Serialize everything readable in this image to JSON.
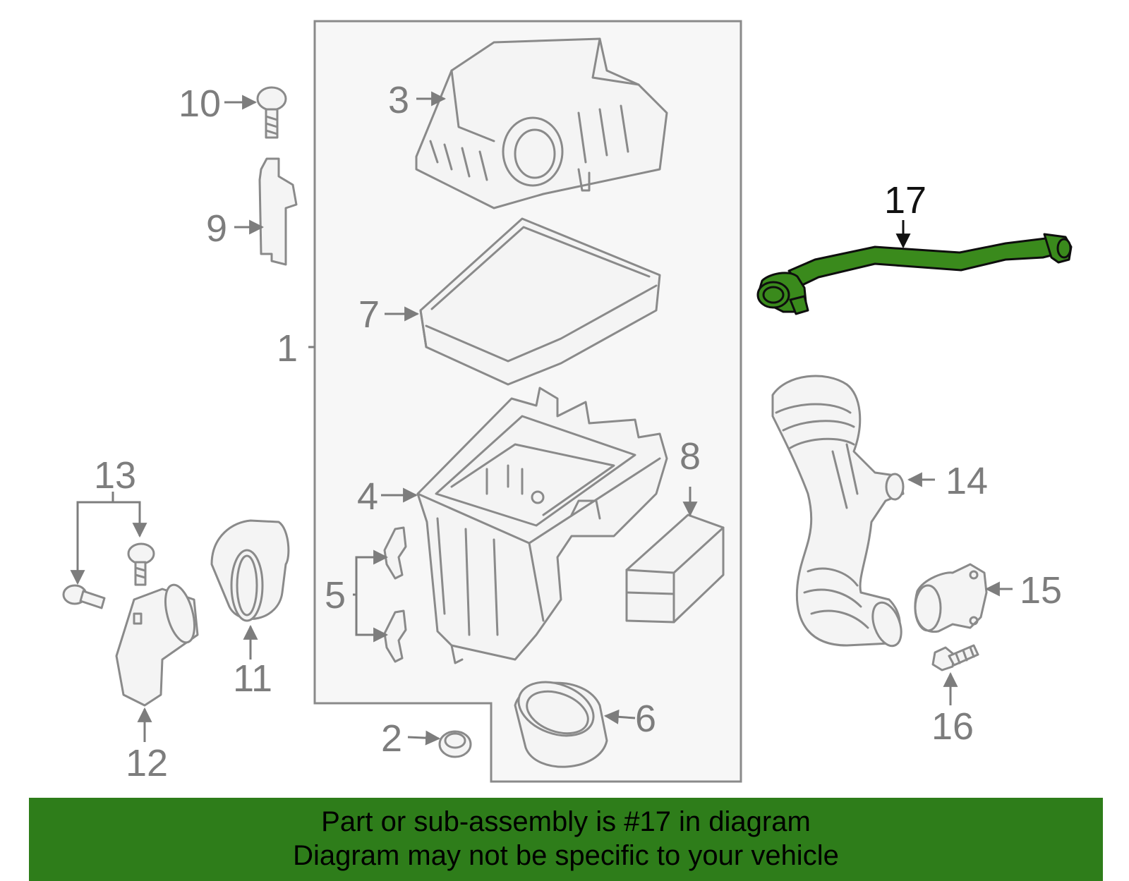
{
  "callouts": {
    "c1": "1",
    "c2": "2",
    "c3": "3",
    "c4": "4",
    "c5": "5",
    "c6": "6",
    "c7": "7",
    "c8": "8",
    "c9": "9",
    "c10": "10",
    "c11": "11",
    "c12": "12",
    "c13": "13",
    "c14": "14",
    "c15": "15",
    "c16": "16",
    "c17": "17"
  },
  "highlighted_part": "17",
  "colors": {
    "highlight": "#3a8a1c",
    "banner": "#2e7d1a",
    "callout": "#7d7d7d"
  },
  "banner": {
    "line1": "Part or sub-assembly is #17 in diagram",
    "line2": "Diagram may not be specific to your vehicle"
  }
}
